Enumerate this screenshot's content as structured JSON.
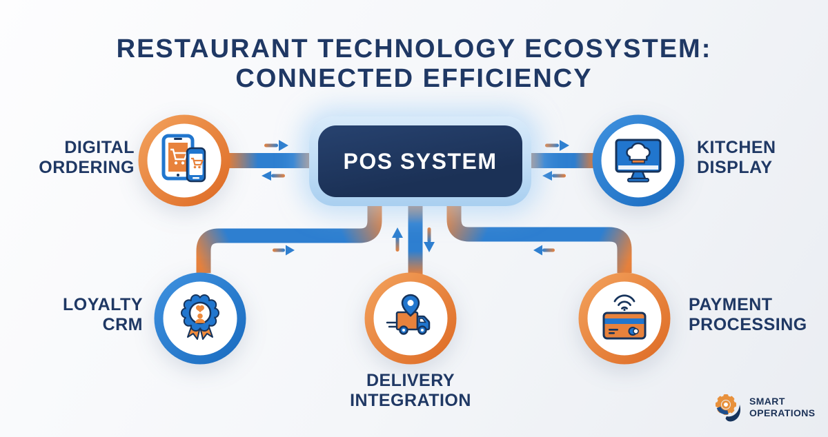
{
  "title": {
    "line1": "RESTAURANT TECHNOLOGY ECOSYSTEM:",
    "line2": "CONNECTED EFFICIENCY"
  },
  "pos": {
    "label": "POS SYSTEM"
  },
  "nodes": [
    {
      "id": "digital-ordering",
      "line1": "DIGITAL",
      "line2": "ORDERING",
      "icon": "tablet-phone-shopping-cart-icon",
      "ring": "orange"
    },
    {
      "id": "kitchen-display",
      "line1": "KITCHEN",
      "line2": "DISPLAY",
      "icon": "monitor-chef-hat-icon",
      "ring": "blue"
    },
    {
      "id": "loyalty-crm",
      "line1": "LOYALTY",
      "line2": "CRM",
      "icon": "loyalty-badge-ribbon-icon",
      "ring": "blue"
    },
    {
      "id": "delivery-integration",
      "line1": "DELIVERY",
      "line2": "INTEGRATION",
      "icon": "delivery-truck-location-pin-icon",
      "ring": "orange"
    },
    {
      "id": "payment-processing",
      "line1": "PAYMENT",
      "line2": "PROCESSING",
      "icon": "contactless-credit-card-icon",
      "ring": "orange"
    }
  ],
  "logo": {
    "line1": "SMART",
    "line2": "OPERATIONS",
    "icon": "gear-leaf-icon"
  },
  "colors": {
    "orange": "#E8823C",
    "blue": "#2176CE",
    "navy": "#1C3257",
    "text_navy": "#1F3864",
    "glow_blue": "#A9CFF0",
    "background": "#F2F4F6",
    "white": "#FFFFFF"
  }
}
